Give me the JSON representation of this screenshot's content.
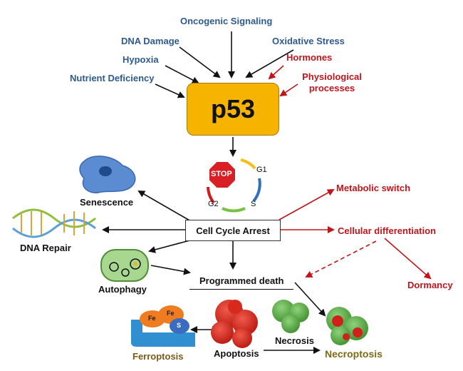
{
  "center": {
    "p53": "p53",
    "cell_cycle_arrest": "Cell Cycle Arrest",
    "programmed_death": "Programmed death"
  },
  "stressors_blue": [
    "Oncogenic Signaling",
    "DNA Damage",
    "Oxidative Stress",
    "Hypoxia",
    "Nutrient Deficiency"
  ],
  "stressors_red": [
    "Hormones",
    "Physiological processes"
  ],
  "cell_cycle": {
    "stop": "STOP",
    "g1": "G1",
    "s": "S",
    "g2": "G2"
  },
  "outcomes_black": [
    "Senescence",
    "DNA Repair",
    "Autophagy"
  ],
  "outcomes_red": [
    "Metabolic switch",
    "Cellular differentiation",
    "Dormancy"
  ],
  "death_types": [
    "Ferroptosis",
    "Apoptosis",
    "Necrosis",
    "Necroptosis"
  ],
  "ferroptosis_icon": {
    "fe1": "Fe",
    "fe2": "Fe",
    "s": "S"
  },
  "colors": {
    "stress_blue": "#2e5a8e",
    "stress_red": "#c0161b",
    "p53_box": "#f6b400",
    "ferroptosis_label": "#7c5a17",
    "necroptosis_label": "#7c6a17"
  }
}
